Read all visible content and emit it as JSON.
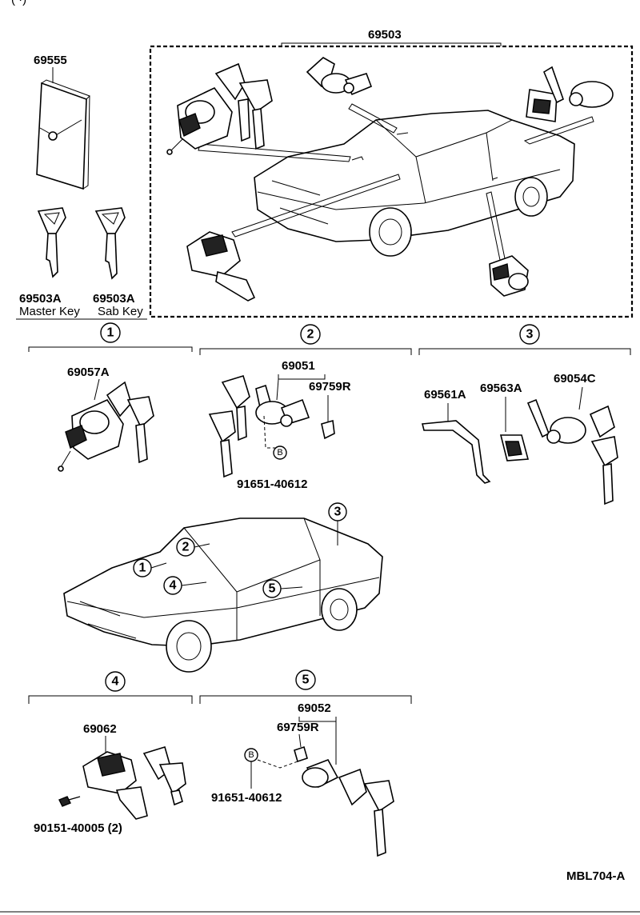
{
  "header_fragment": "(  ·)",
  "labels": {
    "p69503": "69503",
    "p69555": "69555",
    "p69503a_1": "69503A",
    "p69503a_2": "69503A",
    "master_key": "Master Key",
    "sab_key": "Sab Key",
    "p69057a": "69057A",
    "p69051": "69051",
    "p69759r_1": "69759R",
    "p91651_1": "91651-40612",
    "p69561a": "69561A",
    "p69563a": "69563A",
    "p69054c": "69054C",
    "p69062": "69062",
    "p90151": "90151-40005  (2)",
    "p69052": "69052",
    "p69759r_2": "69759R",
    "p91651_2": "91651-40612",
    "ref_b": "B",
    "diagram_code": "MBL704-A"
  },
  "sections": [
    "1",
    "2",
    "3",
    "4",
    "5"
  ]
}
